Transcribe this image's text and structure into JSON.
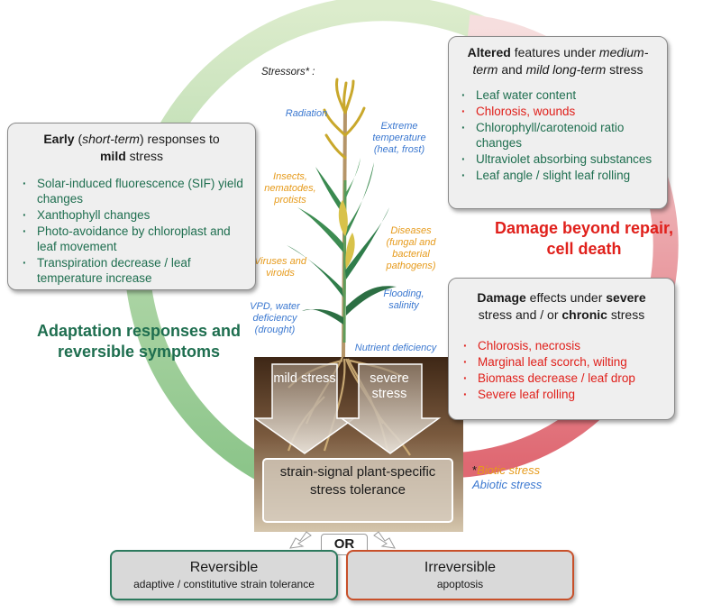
{
  "stressors_header": "Stressors* :",
  "stressors": [
    {
      "id": "radiation",
      "text": "Radiation",
      "kind": "abiotic"
    },
    {
      "id": "extreme-temp",
      "text": "Extreme temperature (heat, frost)",
      "kind": "abiotic"
    },
    {
      "id": "insects",
      "text": "Insects, nematodes, protists",
      "kind": "biotic"
    },
    {
      "id": "diseases",
      "text": "Diseases (fungal and bacterial pathogens)",
      "kind": "biotic"
    },
    {
      "id": "viruses",
      "text": "Viruses and viroids",
      "kind": "biotic"
    },
    {
      "id": "flooding",
      "text": "Flooding, salinity",
      "kind": "abiotic"
    },
    {
      "id": "vpd",
      "text": "VPD, water deficiency (drought)",
      "kind": "abiotic"
    },
    {
      "id": "nutrient",
      "text": "Nutrient deficiency",
      "kind": "abiotic"
    }
  ],
  "early_box": {
    "title_bold1": "Early",
    "title_paren_open": " (",
    "title_italic": "short-term",
    "title_paren_close": ") responses to",
    "title_bold2": "mild",
    "title_end": " stress",
    "items": [
      "Solar-induced fluorescence (SIF) yield changes",
      "Xanthophyll changes",
      "Photo-avoidance by chloroplast and leaf movement",
      "Transpiration decrease / leaf temperature increase"
    ]
  },
  "altered_box": {
    "title_bold": "Altered",
    "title_mid1": " features under ",
    "title_italic1": "medium-term",
    "title_mid2": " and ",
    "title_italic2": "mild long-term",
    "title_end": " stress",
    "items": [
      {
        "text": "Leaf water content",
        "color": "#1e6e4f"
      },
      {
        "text": "Chlorosis, wounds",
        "color": "#e0201b"
      },
      {
        "text": "Chlorophyll/carotenoid ratio changes",
        "color": "#1e6e4f"
      },
      {
        "text": "Ultraviolet absorbing substances",
        "color": "#1e6e4f"
      },
      {
        "text": "Leaf angle / slight leaf rolling",
        "color": "#1e6e4f"
      }
    ]
  },
  "damage_box": {
    "title_bold1": "Damage",
    "title_mid1": " effects under ",
    "title_bold2": "severe",
    "title_mid2": "stress and / or ",
    "title_bold3": "chronic",
    "title_end": " stress",
    "items": [
      "Chlorosis, necrosis",
      "Marginal leaf scorch, wilting",
      "Biomass decrease / leaf drop",
      "Severe leaf rolling"
    ]
  },
  "adaptation_label": "Adaptation responses and reversible symptoms",
  "damage_repair_label": "Damage beyond repair, cell death",
  "soil": {
    "mild": "mild stress",
    "severe": "severe stress",
    "tolerance": "strain-signal plant-specific stress tolerance"
  },
  "or_label": "OR",
  "reversible": {
    "title": "Reversible",
    "subtitle": "adaptive / constitutive strain tolerance"
  },
  "irreversible": {
    "title": "Irreversible",
    "subtitle": "apoptosis"
  },
  "legend": {
    "star": "*",
    "biotic": "Biotic stress",
    "abiotic": "Abiotic stress"
  },
  "colors": {
    "green_text": "#1e6e4f",
    "red_text": "#e0201b",
    "abiotic": "#3b78d0",
    "biotic": "#e69a1a",
    "arc_green": "#a7d39a",
    "arc_red": "#e5767d",
    "soil_top": "#4a2f1c",
    "soil_bottom": "#c9b69a"
  }
}
